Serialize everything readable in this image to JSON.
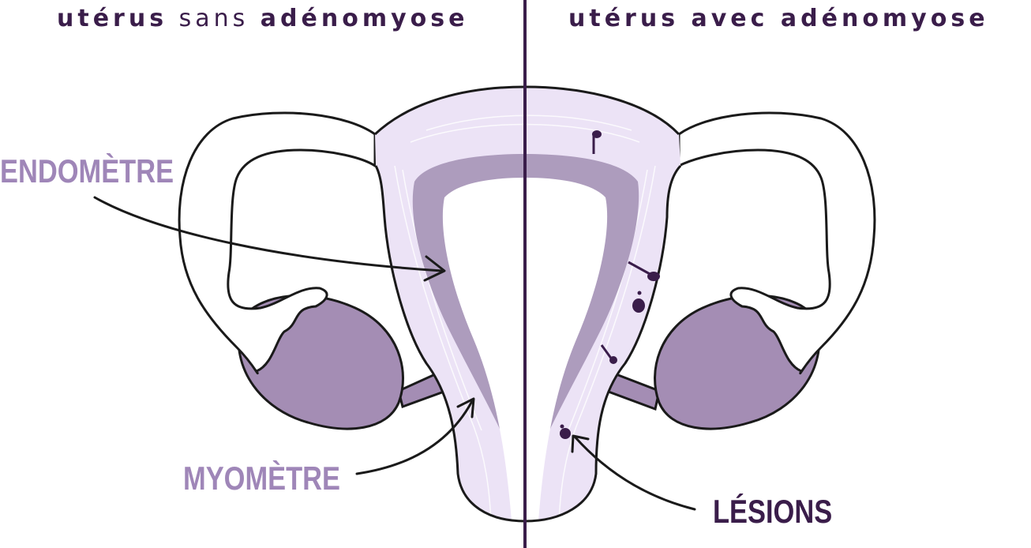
{
  "titles": {
    "left": {
      "part1": "utérus",
      "part2": " sans ",
      "part3": "adénomyose"
    },
    "right": {
      "part1": "utérus",
      "part2": " avec ",
      "part3": "adénomyose"
    }
  },
  "labels": {
    "endometre": "ENDOMÈTRE",
    "myometre": "MYOMÈTRE",
    "lesions": "LÉSIONS"
  },
  "colors": {
    "outline": "#1a1a1a",
    "myometrium": "#ece3f6",
    "endometrium": "#ad9cbd",
    "ovary": "#a48db4",
    "divider": "#3a1d4a",
    "lesion": "#3a1d4a",
    "label_light": "#9f86b8",
    "title": "#3a1d4a"
  }
}
